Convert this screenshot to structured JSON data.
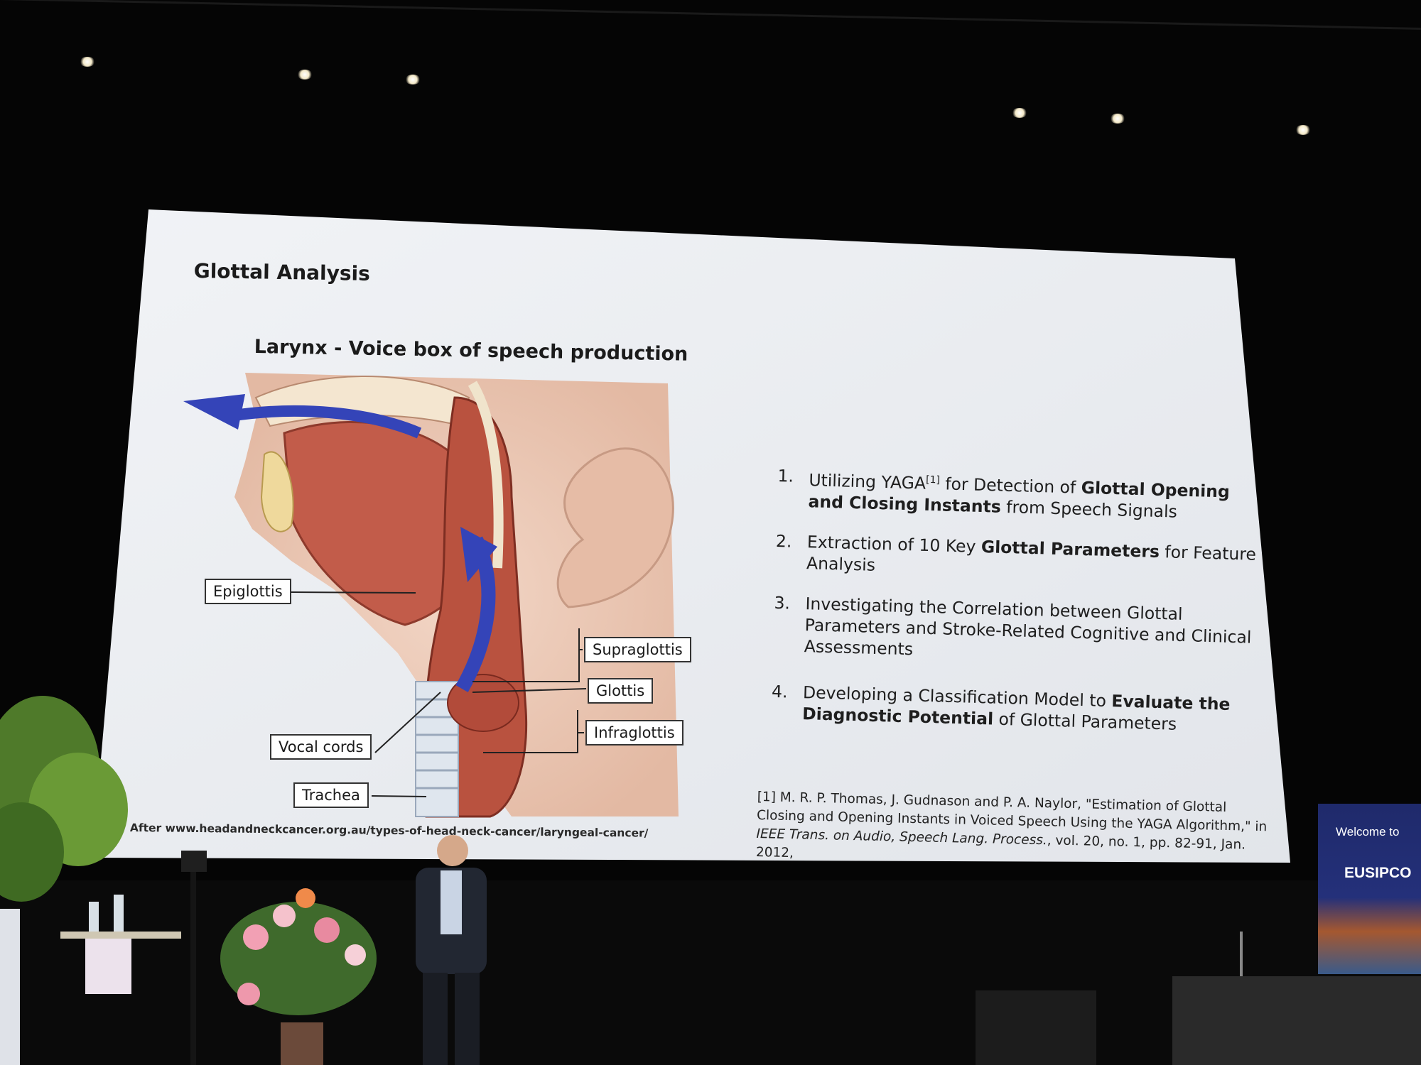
{
  "slide": {
    "title": "Glottal Analysis",
    "figure_title": "Larynx - Voice box of speech production",
    "labels": {
      "epiglottis": "Epiglottis",
      "supraglottis": "Supraglottis",
      "glottis": "Glottis",
      "infraglottis": "Infraglottis",
      "vocal_cords": "Vocal cords",
      "trachea": "Trachea"
    },
    "source": "After www.headandneckcancer.org.au/types-of-head-neck-cancer/laryngeal-cancer/",
    "items": [
      {
        "num": "1.",
        "a": "Utilizing YAGA",
        "sup": "[1]",
        "b": " for Detection of ",
        "bold": "Glottal Opening and Closing Instants",
        "c": " from Speech Signals"
      },
      {
        "num": "2.",
        "a": "Extraction of 10 Key ",
        "bold": "Glottal Parameters",
        "c": " for Feature Analysis"
      },
      {
        "num": "3.",
        "a": "Investigating the Correlation between Glottal Parameters and Stroke-Related Cognitive and Clinical Assessments"
      },
      {
        "num": "4.",
        "a": "Developing a Classification Model to ",
        "bold": "Evaluate the Diagnostic Potential",
        "c": " of Glottal Parameters"
      }
    ],
    "reference": {
      "text": "[1] M. R. P. Thomas, J. Gudnason and P. A. Naylor, \"Estimation of Glottal Closing and Opening Instants in Voiced Speech Using the YAGA Algorithm,\" in ",
      "journal": "IEEE Trans. on Audio, Speech Lang. Process.",
      "tail": ", vol. 20, no. 1, pp. 82-91, Jan. 2012,"
    }
  },
  "banner": {
    "welcome": "Welcome to",
    "logo": "EUSIPCO"
  },
  "colors": {
    "screen": "#eceef1",
    "arrow": "#3444b8",
    "tissue": "#c25c4a"
  }
}
